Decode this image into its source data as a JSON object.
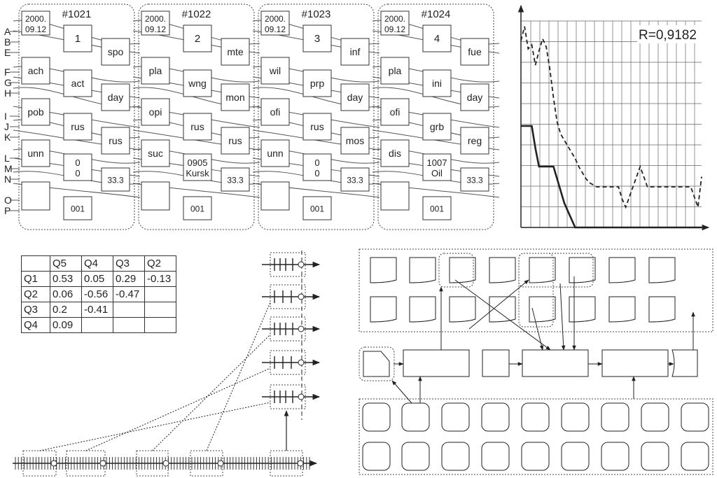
{
  "records": [
    {
      "id": "#1021",
      "date": [
        "2000.",
        "09.12"
      ],
      "num": "1",
      "f1": "spo",
      "f2": "ach",
      "f3": "act",
      "f4": "day",
      "f5": "pob",
      "f6": "rus",
      "f7": "rus",
      "f8": "unn",
      "f9": [
        "0",
        "0"
      ],
      "f10": "33.3",
      "f11": "001"
    },
    {
      "id": "#1022",
      "date": [
        "2000.",
        "09.12"
      ],
      "num": "2",
      "f1": "mte",
      "f2": "pla",
      "f3": "wng",
      "f4": "mon",
      "f5": "opi",
      "f6": "rus",
      "f7": "rus",
      "f8": "suc",
      "f9": [
        "0905",
        "Kursk"
      ],
      "f10": "33.3",
      "f11": "001"
    },
    {
      "id": "#1023",
      "date": [
        "2000.",
        "09.12"
      ],
      "num": "3",
      "f1": "inf",
      "f2": "wil",
      "f3": "prp",
      "f4": "day",
      "f5": "ofi",
      "f6": "rus",
      "f7": "mos",
      "f8": "unn",
      "f9": [
        "0",
        "0"
      ],
      "f10": "33.3",
      "f11": "001"
    },
    {
      "id": "#1024",
      "date": [
        "2000.",
        "09.12"
      ],
      "num": "4",
      "f1": "fue",
      "f2": "pla",
      "f3": "ini",
      "f4": "day",
      "f5": "ofi",
      "f6": "grb",
      "f7": "reg",
      "f8": "dis",
      "f9": [
        "1007",
        "Oil"
      ],
      "f10": "33.3",
      "f11": "001"
    }
  ],
  "row_letters": [
    "A",
    "B",
    "E",
    "F",
    "G",
    "H",
    "I",
    "J",
    "K",
    "L",
    "M",
    "N",
    "O",
    "P"
  ],
  "corr_label": "R=0,9182",
  "chart_data": {
    "type": "line",
    "title": "",
    "annotation": "R=0,9182",
    "x": [
      0,
      1,
      2,
      3,
      4,
      5,
      6,
      7,
      8,
      9,
      10,
      11,
      12,
      13,
      14,
      15,
      16,
      17,
      18,
      19,
      20,
      21,
      22,
      23,
      24,
      25,
      26,
      27,
      28,
      29,
      30,
      31,
      32,
      33,
      34,
      35,
      36,
      37,
      38,
      39,
      40,
      41,
      42,
      43,
      44,
      45,
      46,
      47,
      48,
      49,
      50
    ],
    "series": [
      {
        "style": "dashed",
        "values": [
          9.2,
          9.9,
          8.8,
          9.0,
          8.0,
          8.7,
          9.3,
          8.9,
          7.8,
          6.4,
          5.2,
          4.6,
          4.3,
          4.0,
          3.7,
          3.4,
          3.0,
          2.7,
          2.4,
          2.2,
          2.1,
          2.0,
          2.0,
          2.0,
          2.0,
          2.0,
          2.0,
          2.0,
          1.4,
          1.0,
          1.5,
          2.0,
          2.5,
          3.0,
          2.5,
          2.0,
          2.0,
          2.0,
          2.0,
          2.0,
          2.0,
          2.0,
          2.0,
          2.0,
          2.0,
          2.0,
          2.0,
          2.0,
          1.5,
          1.0,
          2.5
        ]
      },
      {
        "style": "solid",
        "values": [
          5.0,
          5.0,
          5.0,
          5.0,
          3.9,
          3.0,
          3.0,
          3.0,
          3.0,
          3.0,
          2.4,
          1.8,
          1.2,
          0.8,
          0.4,
          0.0,
          0.0,
          0.0,
          0.0,
          0.0,
          0.0,
          0.0,
          0.0,
          0.0,
          0.0,
          0.0,
          0.0,
          0.0,
          0.0,
          0.0,
          0.0,
          0.0,
          0.0,
          0.0,
          0.0,
          0.0,
          0.0,
          0.0,
          0.0,
          0.0,
          0.0,
          0.0,
          0.0,
          0.0,
          0.0,
          0.0,
          0.0,
          0.0,
          0.0,
          0.0,
          0.0
        ]
      }
    ],
    "xlim": [
      0,
      50
    ],
    "ylim": [
      0,
      10
    ],
    "grid": true
  },
  "corr_table": {
    "cols": [
      "",
      "Q5",
      "Q4",
      "Q3",
      "Q2"
    ],
    "rows": [
      [
        "Q1",
        "0.53",
        "0.05",
        "0.29",
        "-0.13"
      ],
      [
        "Q2",
        "0.06",
        "-0.56",
        "-0.47",
        ""
      ],
      [
        "Q3",
        "0.2",
        "-0.41",
        "",
        ""
      ],
      [
        "Q4",
        "0.09",
        "",
        "",
        ""
      ]
    ]
  }
}
